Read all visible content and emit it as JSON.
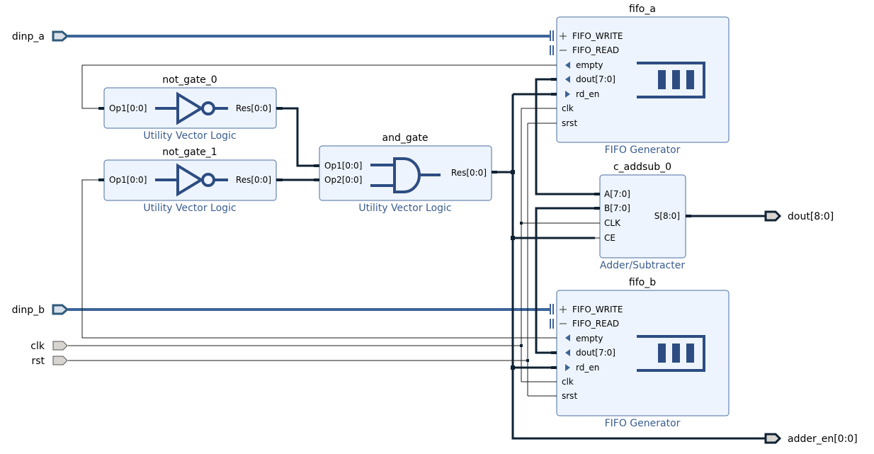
{
  "ports": {
    "dinp_a": "dinp_a",
    "dinp_b": "dinp_b",
    "clk": "clk",
    "rst": "rst",
    "dout": "dout[8:0]",
    "adder_en": "adder_en[0:0]"
  },
  "fifo_a": {
    "name": "fifo_a",
    "type": "FIFO Generator",
    "pins": [
      "FIFO_WRITE",
      "FIFO_READ",
      "empty",
      "dout[7:0]",
      "rd_en",
      "clk",
      "srst"
    ]
  },
  "fifo_b": {
    "name": "fifo_b",
    "type": "FIFO Generator",
    "pins": [
      "FIFO_WRITE",
      "FIFO_READ",
      "empty",
      "dout[7:0]",
      "rd_en",
      "clk",
      "srst"
    ]
  },
  "not_gate_0": {
    "name": "not_gate_0",
    "type": "Utility Vector Logic",
    "in": "Op1[0:0]",
    "out": "Res[0:0]"
  },
  "not_gate_1": {
    "name": "not_gate_1",
    "type": "Utility Vector Logic",
    "in": "Op1[0:0]",
    "out": "Res[0:0]"
  },
  "and_gate": {
    "name": "and_gate",
    "type": "Utility Vector Logic",
    "in1": "Op1[0:0]",
    "in2": "Op2[0:0]",
    "out": "Res[0:0]"
  },
  "c_addsub_0": {
    "name": "c_addsub_0",
    "type": "Adder/Subtracter",
    "pins": [
      "A[7:0]",
      "B[7:0]",
      "CLK",
      "CE"
    ],
    "out": "S[8:0]"
  },
  "colors": {
    "block_fill": "#edf4fd",
    "block_stroke": "#4a6ea0",
    "bus": "#3d6499",
    "wire": "#0f2233",
    "ip_subtitle": "#3b5d8f"
  }
}
